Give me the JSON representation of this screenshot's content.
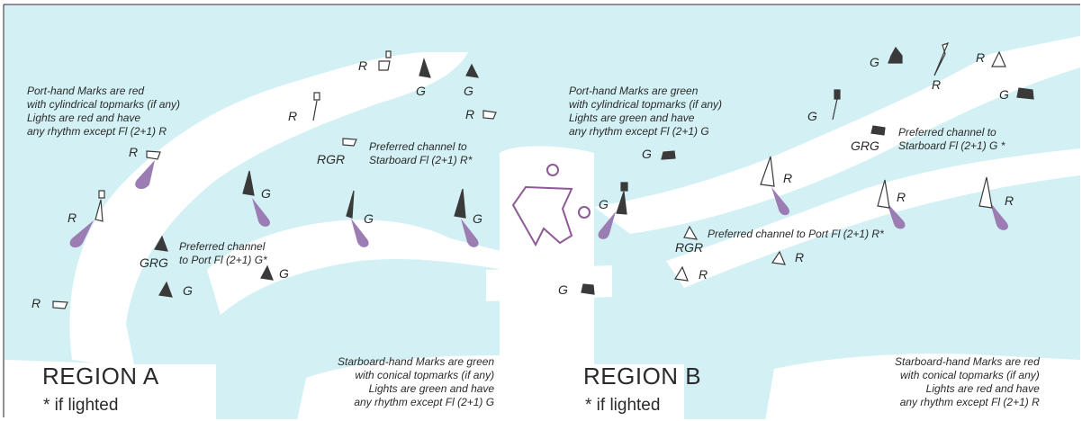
{
  "region_a": {
    "title": "REGION A",
    "footnote": "* if lighted",
    "port_note": [
      "Port-hand Marks are red",
      "with cylindrical topmarks (if any)",
      "Lights are red and have",
      "any rhythm except Fl (2+1) R"
    ],
    "starboard_note": [
      "Starboard-hand Marks are green",
      "with conical topmarks (if any)",
      "Lights are green and have",
      "any rhythm except Fl (2+1) G"
    ],
    "preferred_starboard": [
      "Preferred channel to",
      "Starboard Fl (2+1) R*"
    ],
    "preferred_port": [
      "Preferred channel",
      "to Port Fl (2+1) G*"
    ]
  },
  "region_b": {
    "title": "REGION B",
    "footnote": "* if lighted",
    "port_note": [
      "Port-hand Marks are green",
      "with cylindrical topmarks (if any)",
      "Lights are green and have",
      "any rhythm except Fl (2+1) G"
    ],
    "starboard_note": [
      "Starboard-hand Marks are red",
      "with conical topmarks (if any)",
      "Lights are red and have",
      "any rhythm except Fl (2+1) R"
    ],
    "preferred_starboard": [
      "Preferred channel to",
      "Starboard Fl (2+1) G *"
    ],
    "preferred_port": "Preferred channel to Port Fl (2+1) R*"
  },
  "mark_labels": {
    "a_r1": "R",
    "a_r2": "R",
    "a_r3": "R",
    "a_r4": "R",
    "a_r5": "R",
    "a_r6": "R",
    "a_g1": "G",
    "a_g2": "G",
    "a_g3": "G",
    "a_g4": "G",
    "a_g5": "G",
    "a_g6": "G",
    "a_g7": "G",
    "a_rgr": "RGR",
    "a_grg": "GRG",
    "b_g1": "G",
    "b_g2": "G",
    "b_g3": "G",
    "b_g4": "G",
    "b_g5": "G",
    "b_g6": "G",
    "b_r1": "R",
    "b_r2": "R",
    "b_r3": "R",
    "b_r4": "R",
    "b_r5": "R",
    "b_r6": "R",
    "b_grg": "GRG",
    "b_rgr": "RGR"
  },
  "colors": {
    "water": "#d3f1f4",
    "land": "#ffffff",
    "light_beam": "#9b7cb3",
    "arrow": "#8e5a96",
    "mark": "#3a3a3a"
  }
}
